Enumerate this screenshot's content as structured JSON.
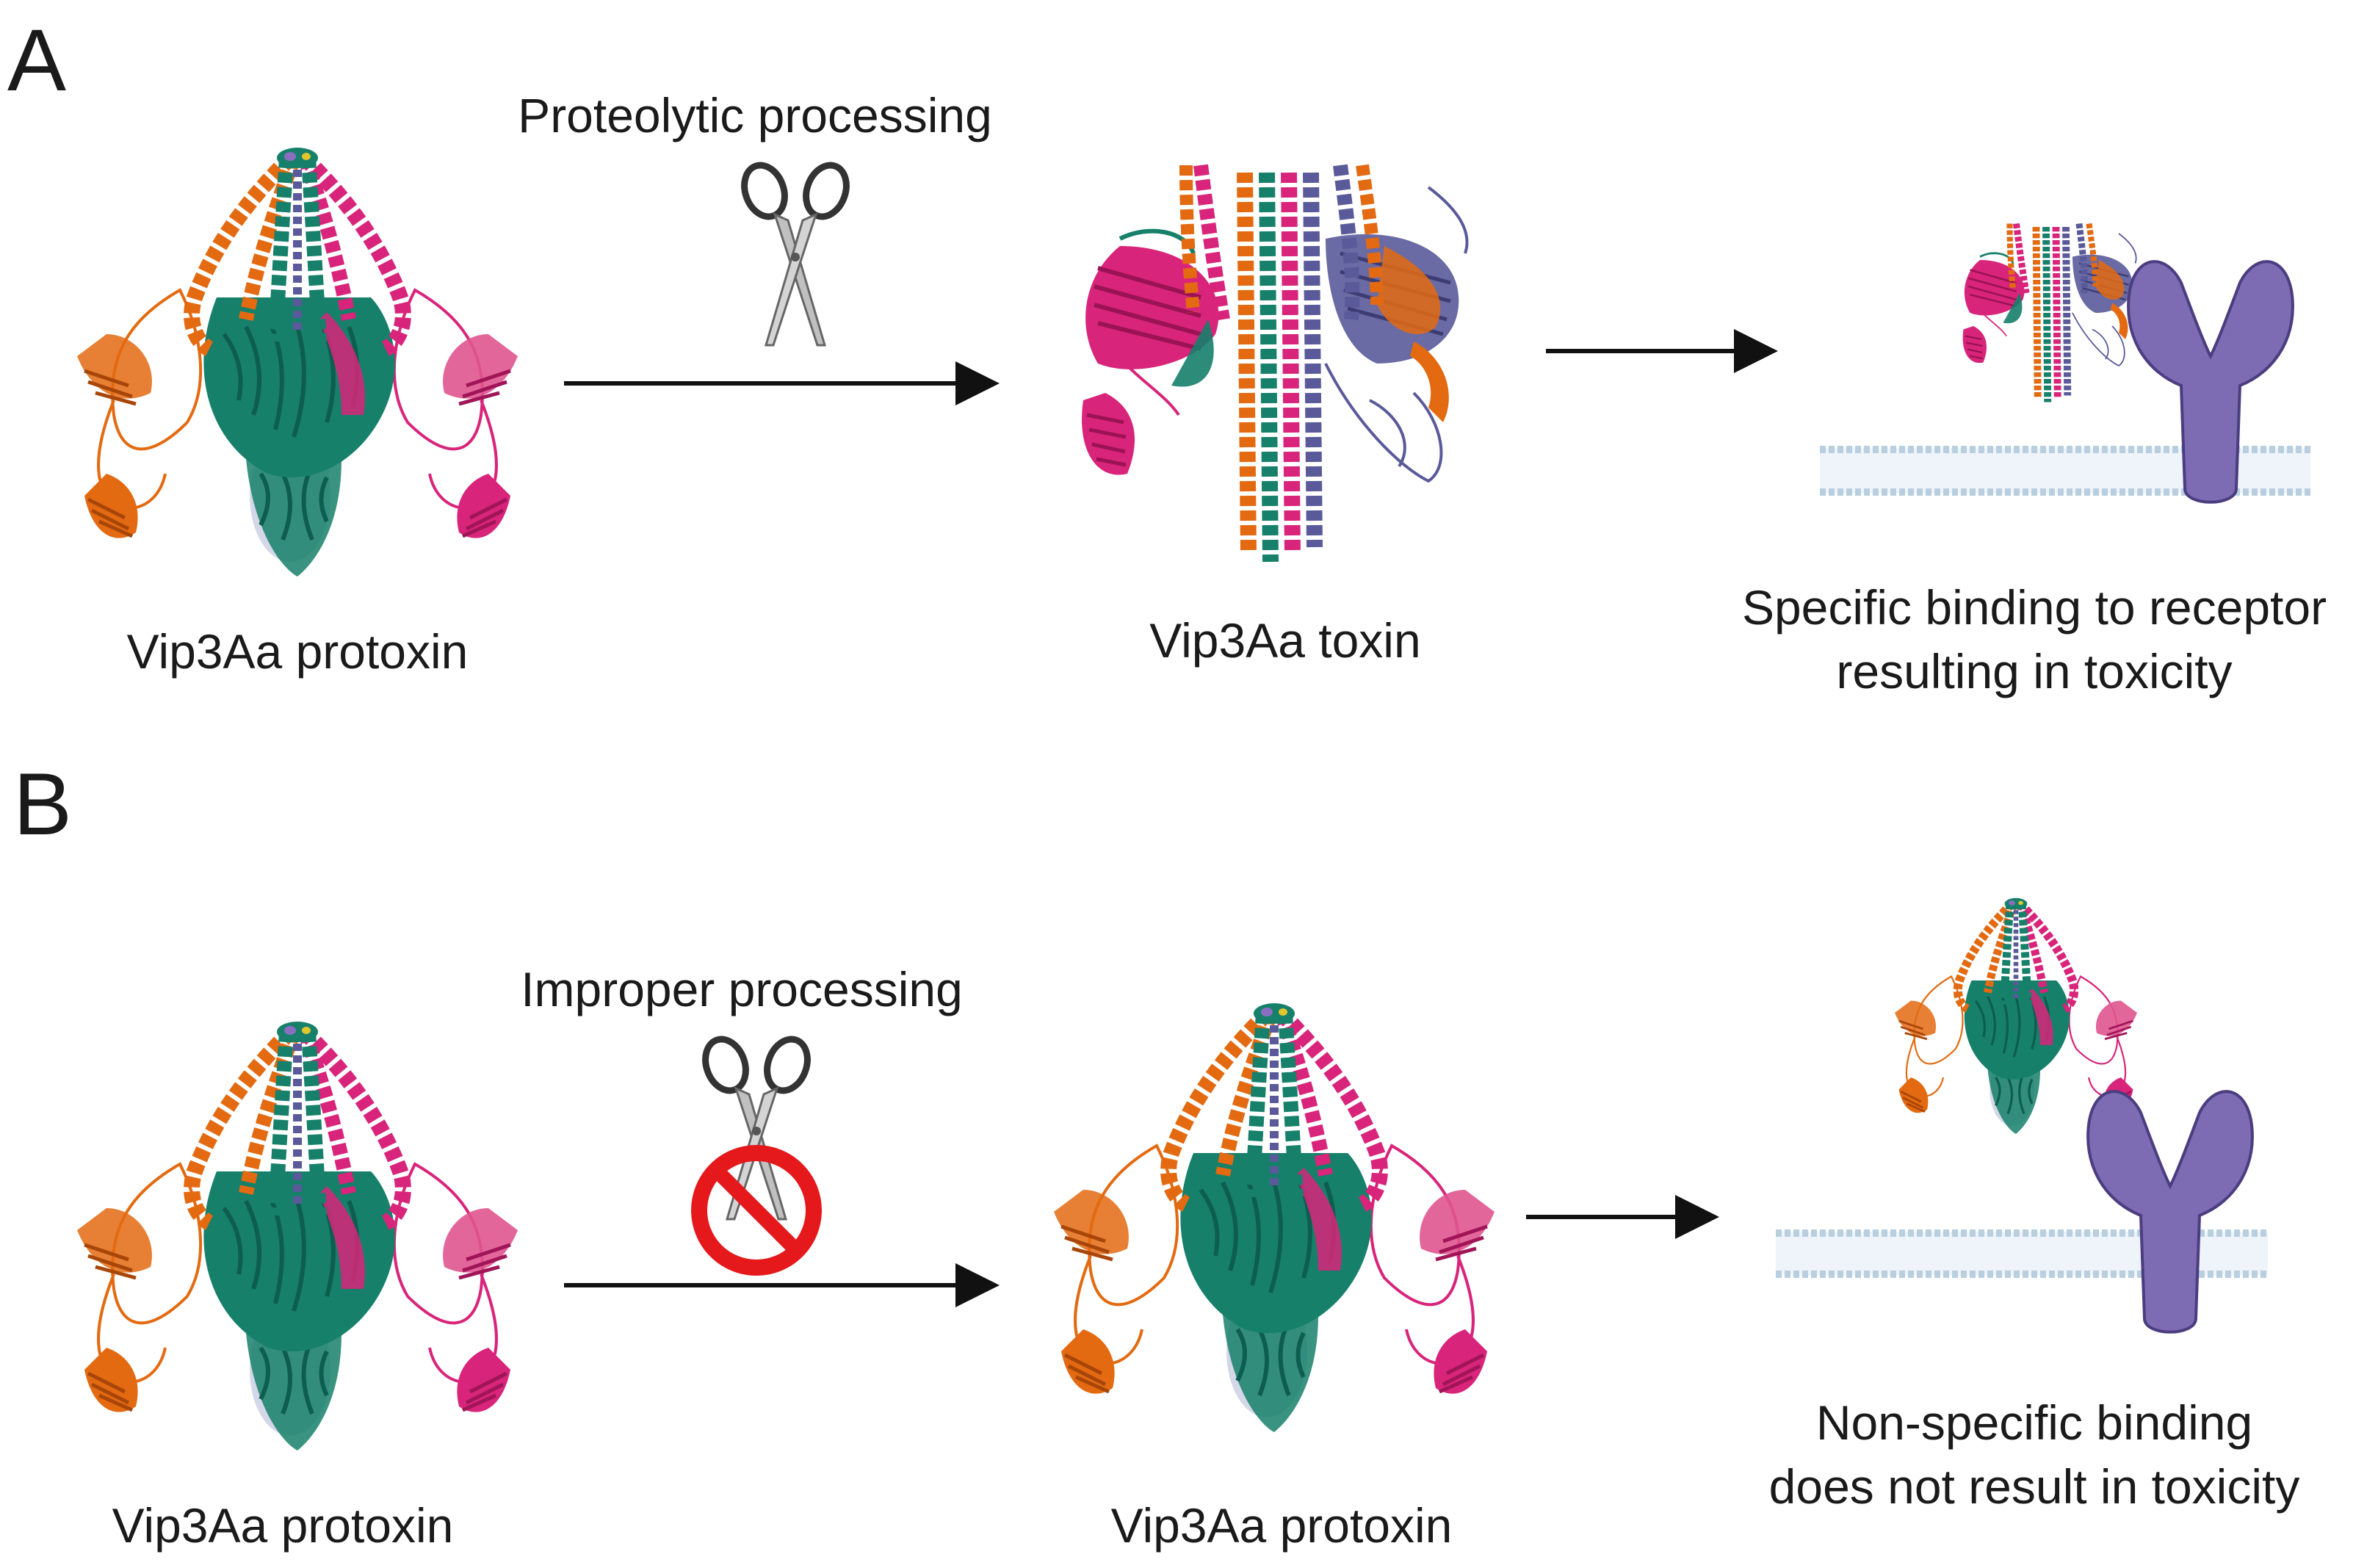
{
  "panels": [
    {
      "letter": "A",
      "process_label": "Proteolytic processing",
      "start_label": "Vip3Aa protoxin",
      "middle_label": "Vip3Aa toxin",
      "outcome_line1": "Specific binding to receptor",
      "outcome_line2": "resulting in toxicity"
    },
    {
      "letter": "B",
      "process_label": "Improper processing",
      "start_label": "Vip3Aa protoxin",
      "middle_label": "Vip3Aa protoxin",
      "outcome_line1": "Non-specific binding",
      "outcome_line2": "does not result in toxicity"
    }
  ],
  "colors": {
    "orange": "#e36a11",
    "teal": "#16806a",
    "magenta": "#d8247a",
    "purple": "#5a5a9a",
    "receptor": "#7d6bb3",
    "membrane": "#b9cfe0",
    "prohibit": "#e5191c",
    "arrow": "#111111"
  },
  "icons": [
    "scissors-icon",
    "prohibited-icon",
    "receptor-icon",
    "membrane-icon"
  ]
}
